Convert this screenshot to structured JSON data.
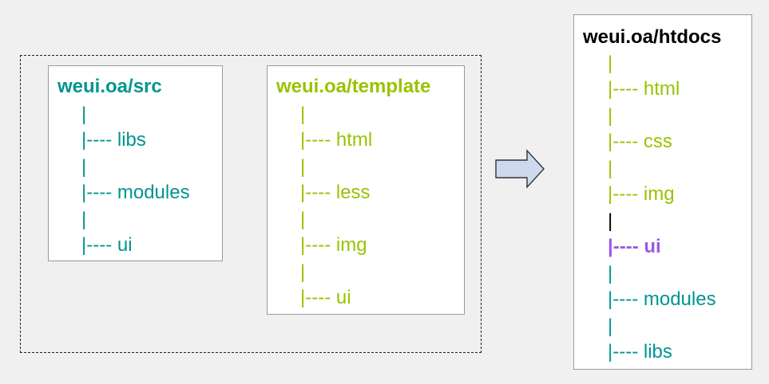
{
  "src_tree": {
    "title": "weui.oa/src",
    "lines": [
      "|",
      "|---- libs",
      "|",
      "|---- modules",
      "|",
      "|---- ui"
    ]
  },
  "template_tree": {
    "title": "weui.oa/template",
    "lines": [
      "|",
      "|---- html",
      "|",
      "|---- less",
      "|",
      "|---- img",
      "|",
      "|---- ui"
    ]
  },
  "htdocs_tree": {
    "title": "weui.oa/htdocs",
    "lines": [
      "|",
      "|---- html",
      "|",
      "|---- css",
      "|",
      "|---- img",
      "|",
      "|---- ui",
      "|",
      "|---- modules",
      "|",
      "|---- libs"
    ]
  },
  "colors": {
    "src": "#00958f",
    "template": "#99c300",
    "highlight": "#9b59e6",
    "arrow_fill": "#cdd9ee",
    "arrow_stroke": "#333333"
  },
  "arrow_icon": "right-arrow-icon"
}
